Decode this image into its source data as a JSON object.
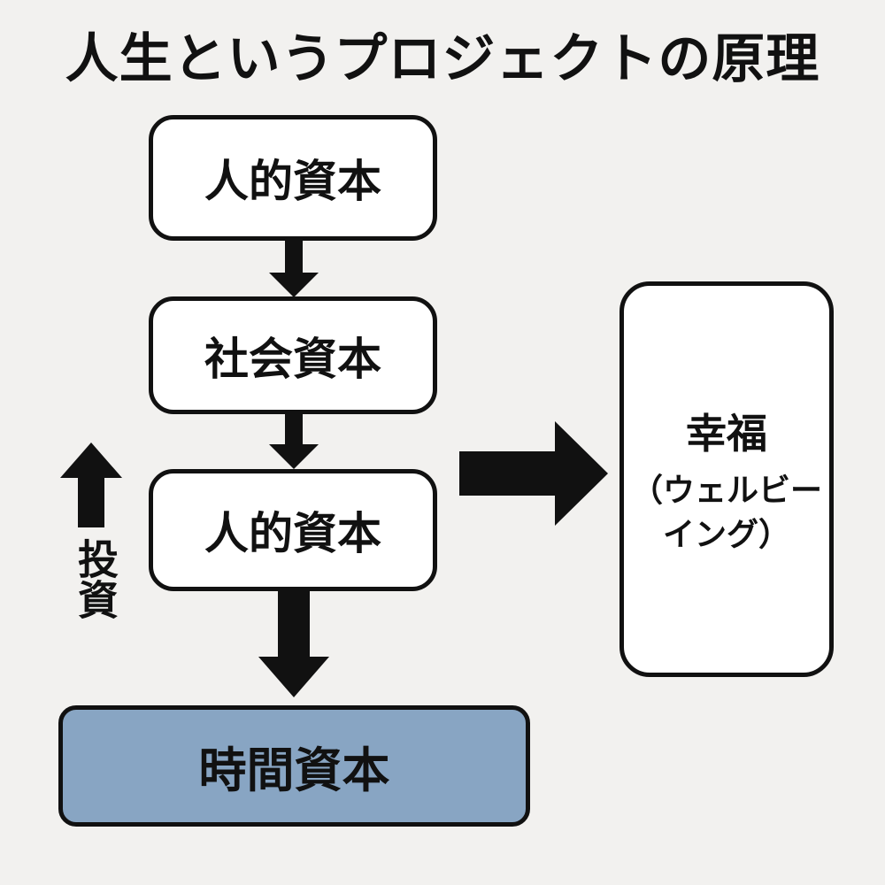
{
  "title": "人生というプロジェクトの原理",
  "boxes": {
    "human_capital_top": "人的資本",
    "social_capital": "社会資本",
    "human_capital_bottom": "人的資本",
    "time_capital": "時間資本",
    "happiness": "幸福",
    "happiness_sub_line1": "（ウェルビー",
    "happiness_sub_line2": "イング）"
  },
  "labels": {
    "invest": "投資"
  },
  "colors": {
    "background": "#f2f1ef",
    "box_fill": "#ffffff",
    "time_box_fill": "#88a5c3",
    "stroke": "#111111"
  }
}
